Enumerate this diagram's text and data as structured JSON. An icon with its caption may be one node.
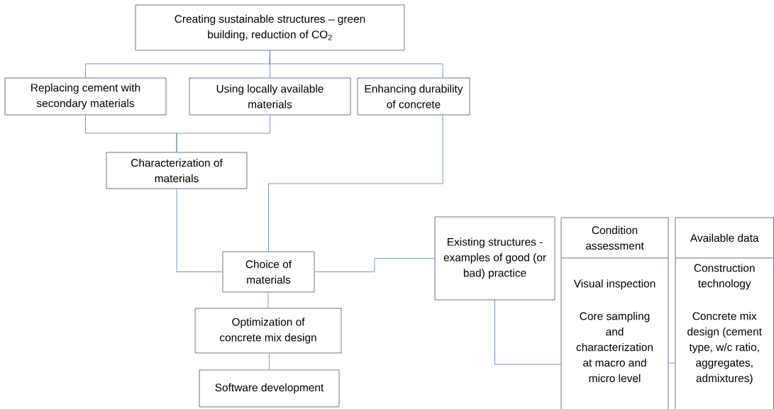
{
  "diagram": {
    "nodes": [
      {
        "text": [
          "Creating sustainable structures – green building, reduction of CO$_{2}$"
        ]
      },
      {
        "text": [
          "Replacing cement with secondary materials"
        ]
      },
      {
        "text": [
          "Using locally available materials"
        ]
      },
      {
        "text": [
          "Enhancing durability of concrete"
        ]
      },
      {
        "text": [
          "Characterization of materials"
        ]
      },
      {
        "text": [
          "Choice of materials"
        ]
      },
      {
        "text": [
          "Optimization of concrete mix design"
        ]
      },
      {
        "text": [
          "Software development"
        ]
      },
      {
        "text": [
          "Existing structures - examples of good (or bad) practice"
        ]
      },
      {
        "text": [
          "Condition assessment",
          "Visual inspection",
          "Core sampling and characterization at macro and micro level"
        ]
      },
      {
        "text": [
          "Available data",
          "Construction technology",
          "Concrete mix design (cement type, w/c ratio, aggregates, admixtures)"
        ]
      }
    ],
    "edges": [
      {
        "from": 0,
        "to": 1,
        "arrow": "none"
      },
      {
        "from": 0,
        "to": 2,
        "arrow": "none"
      },
      {
        "from": 0,
        "to": 3,
        "arrow": "none"
      },
      {
        "from": 1,
        "to": 4,
        "arrow": "none"
      },
      {
        "from": 2,
        "to": 4,
        "arrow": "none"
      },
      {
        "from": 4,
        "to": 5,
        "arrow": "none"
      },
      {
        "from": 3,
        "to": 5,
        "arrow": "none"
      },
      {
        "from": 5,
        "to": 6,
        "arrow": "none"
      },
      {
        "from": 6,
        "to": 7,
        "arrow": "none"
      },
      {
        "from": 5,
        "to": 8,
        "arrow": "none"
      },
      {
        "from": 8,
        "to": 9,
        "arrow": "none"
      },
      {
        "from": 9,
        "to": 10,
        "arrow": "none"
      }
    ]
  }
}
